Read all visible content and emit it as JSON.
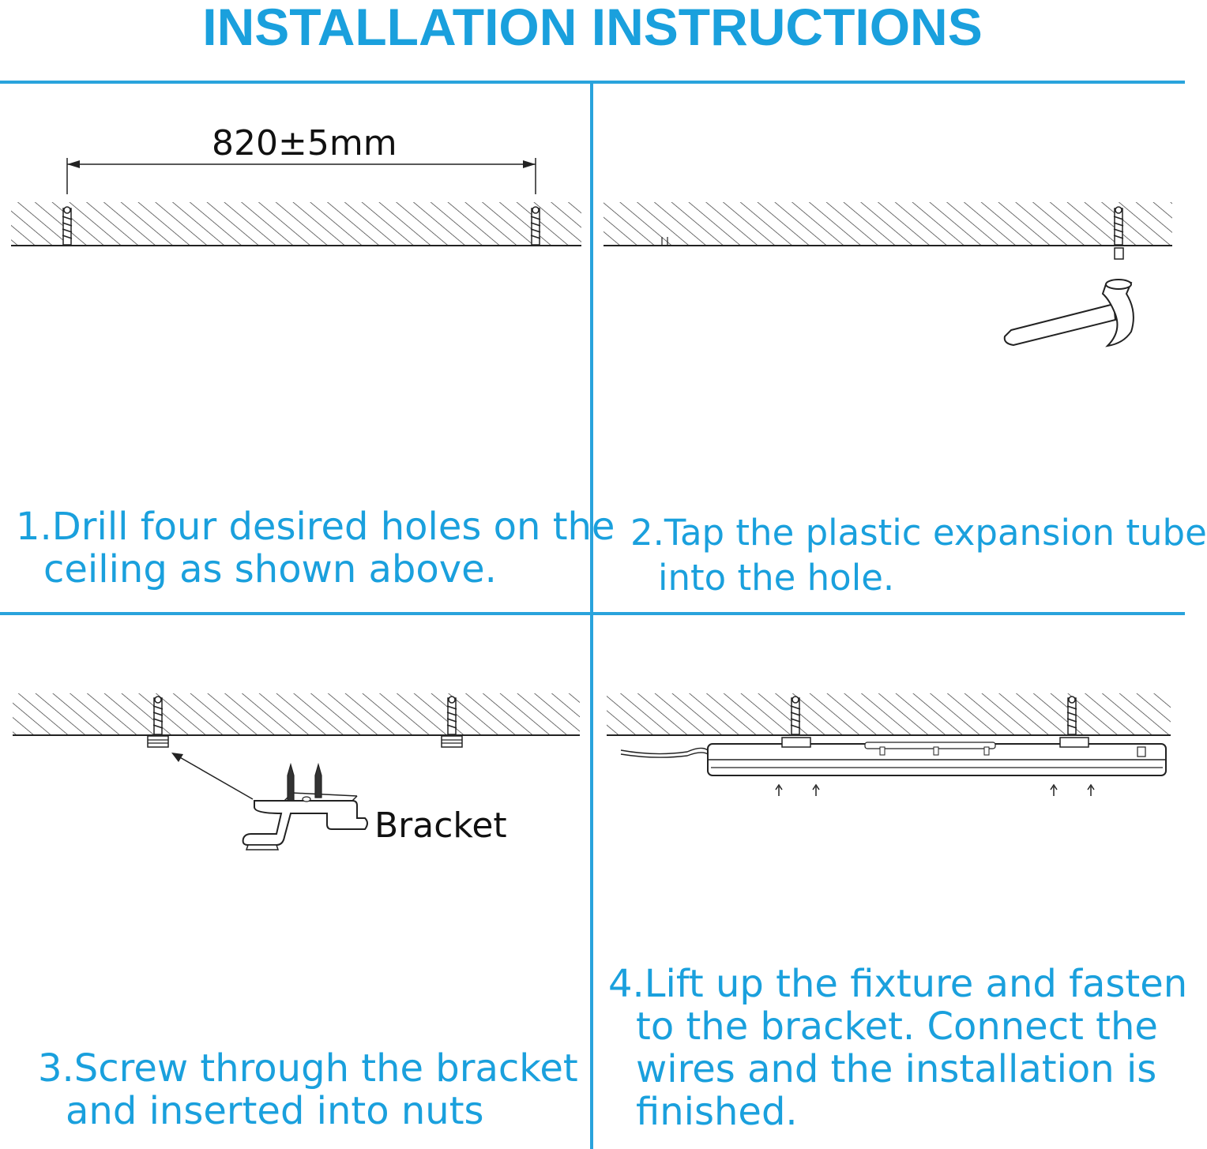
{
  "title": "INSTALLATION INSTRUCTIONS",
  "steps": [
    {
      "line1": "1.Drill four desired holes on the",
      "line2": "ceiling as shown above."
    },
    {
      "line1": "2.Tap the plastic expansion tube",
      "line2": "into the hole."
    },
    {
      "line1": "3.Screw through the bracket",
      "line2": "and inserted  into nuts"
    },
    {
      "line1": "4.Lift up the fixture and fasten",
      "line2": "to the bracket. Connect the",
      "line3": "wires and the installation is",
      "line4": "finished."
    }
  ],
  "dimension_label": "820±5mm",
  "bracket_label": "Bracket",
  "colors": {
    "accent": "#1aa0dd",
    "rule": "#29a3dc",
    "drawing": "#222222"
  }
}
